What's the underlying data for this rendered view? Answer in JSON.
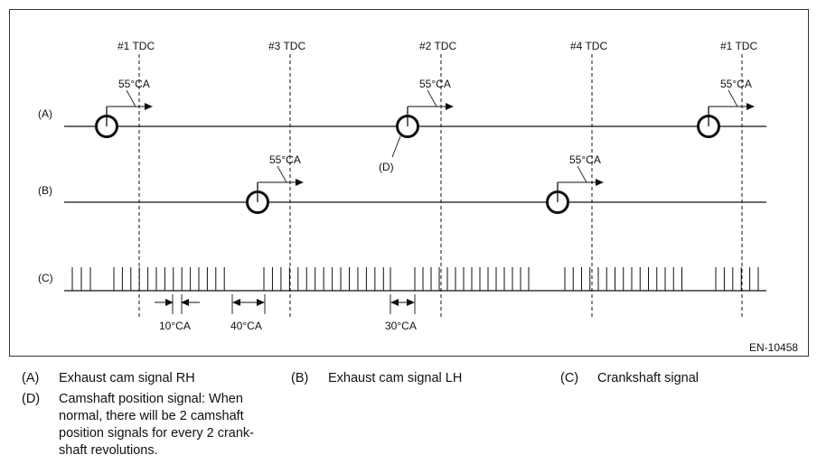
{
  "diagram": {
    "tdc_labels": [
      "#1 TDC",
      "#3 TDC",
      "#2 TDC",
      "#4 TDC",
      "#1 TDC"
    ],
    "row_labels": {
      "a": "(A)",
      "b": "(B)",
      "c": "(C)"
    },
    "angle_label": "55°CA",
    "callout_label": "(D)",
    "crank_dimensions": [
      "10°CA",
      "40°CA",
      "30°CA"
    ],
    "figure_code": "EN-10458"
  },
  "legend": {
    "a": {
      "key": "(A)",
      "text": "Exhaust cam signal RH"
    },
    "b": {
      "key": "(B)",
      "text": "Exhaust cam signal LH"
    },
    "c": {
      "key": "(C)",
      "text": "Crankshaft signal"
    },
    "d": {
      "key": "(D)",
      "text": "Camshaft position signal: When normal, there will be 2 camshaft position signals for every 2 crank-shaft revolutions."
    }
  }
}
